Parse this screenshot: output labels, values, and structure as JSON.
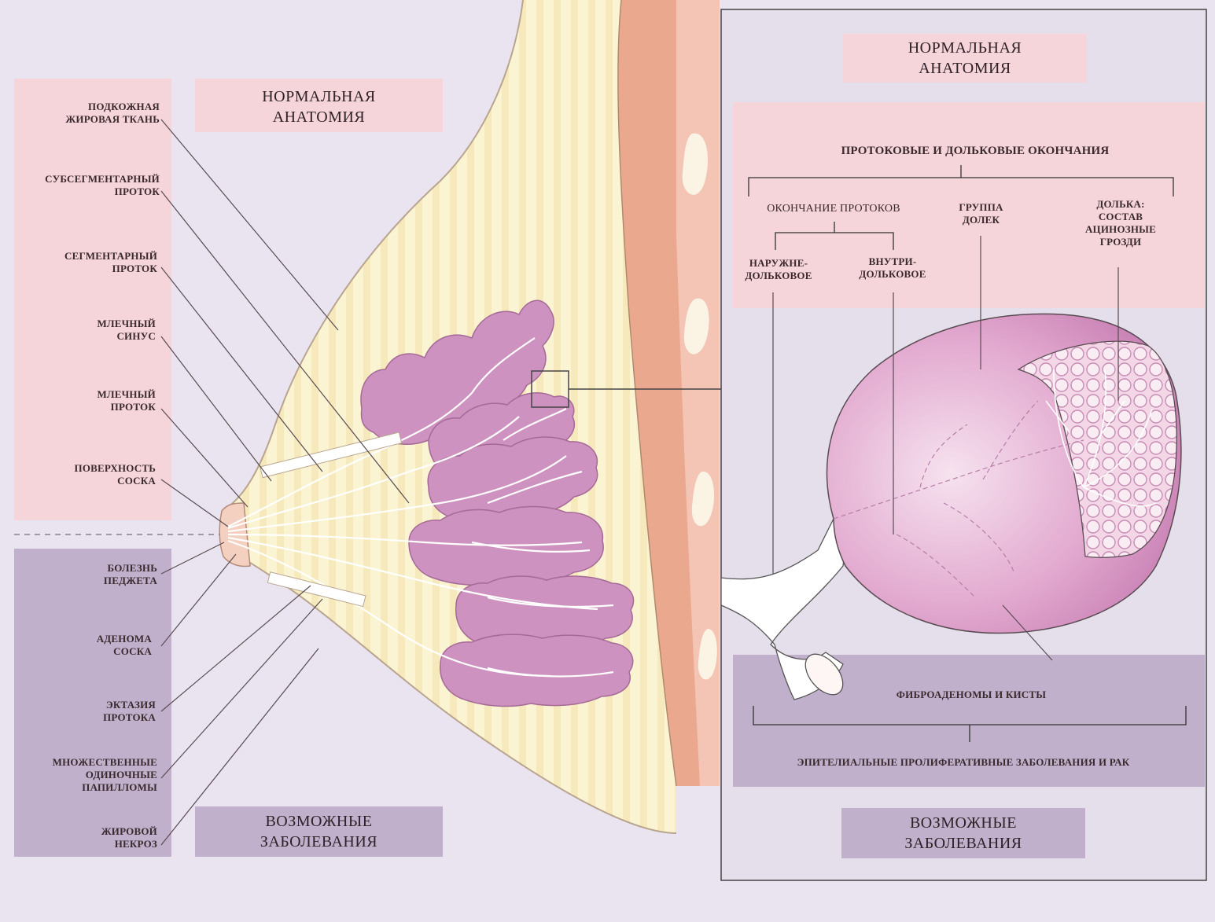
{
  "left": {
    "normal_title_line1": "НОРМАЛЬНАЯ",
    "normal_title_line2": "АНАТОМИЯ",
    "disease_title_line1": "ВОЗМОЖНЫЕ",
    "disease_title_line2": "ЗАБОЛЕВАНИЯ",
    "anatomy_labels": [
      {
        "line1": "ПОДКОЖНАЯ",
        "line2": "ЖИРОВАЯ ТКАНЬ"
      },
      {
        "line1": "СУБСЕГМЕНТАРНЫЙ",
        "line2": "ПРОТОК"
      },
      {
        "line1": "СЕГМЕНТАРНЫЙ",
        "line2": "ПРОТОК"
      },
      {
        "line1": "МЛЕЧНЫЙ",
        "line2": "СИНУС"
      },
      {
        "line1": "МЛЕЧНЫЙ",
        "line2": "ПРОТОК"
      },
      {
        "line1": "ПОВЕРХНОСТЬ",
        "line2": "СОСКА"
      }
    ],
    "disease_labels": [
      {
        "line1": "БОЛЕЗНЬ",
        "line2": "ПЕДЖЕТА",
        "line3": ""
      },
      {
        "line1": "АДЕНОМА",
        "line2": "СОСКА",
        "line3": ""
      },
      {
        "line1": "ЭКТАЗИЯ",
        "line2": "ПРОТОКА",
        "line3": ""
      },
      {
        "line1": "МНОЖЕСТВЕННЫЕ",
        "line2": "ОДИНОЧНЫЕ",
        "line3": "ПАПИЛЛОМЫ"
      },
      {
        "line1": "ЖИРОВОЙ",
        "line2": "НЕКРОЗ",
        "line3": ""
      }
    ]
  },
  "right": {
    "normal_title_line1": "НОРМАЛЬНАЯ",
    "normal_title_line2": "АНАТОМИЯ",
    "terminals_heading": "ПРОТОКОВЫЕ И ДОЛЬКОВЫЕ ОКОНЧАНИЯ",
    "duct_endings": "ОКОНЧАНИЕ ПРОТОКОВ",
    "extralobular_line1": "НАРУЖНЕ-",
    "extralobular_line2": "ДОЛЬКОВОЕ",
    "intralobular_line1": "ВНУТРИ-",
    "intralobular_line2": "ДОЛЬКОВОЕ",
    "lobule_group_line1": "ГРУППА",
    "lobule_group_line2": "ДОЛЕК",
    "lobule_line1": "ДОЛЬКА:",
    "lobule_line2": "СОСТАВ",
    "lobule_line3": "АЦИНОЗНЫЕ",
    "lobule_line4": "ГРОЗДИ",
    "fibro": "ФИБРОАДЕНОМЫ И КИСТЫ",
    "epithelial": "ЭПИТЕЛИАЛЬНЫЕ ПРОЛИФЕРАТИВНЫЕ ЗАБОЛЕВАНИЯ И РАК",
    "disease_title_line1": "ВОЗМОЖНЫЕ",
    "disease_title_line2": "ЗАБОЛЕВАНИЯ"
  },
  "colors": {
    "background": "#e9e4ef",
    "pink_panel": "#f5d4da",
    "purple_panel": "#c0b0cc",
    "breast_fat": "#fbf3cf",
    "muscle": "#eaa98e",
    "lobe": "#c98cb9"
  }
}
